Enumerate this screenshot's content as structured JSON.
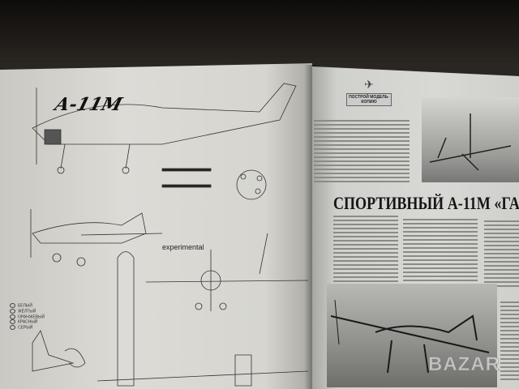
{
  "left_page": {
    "title": "А-11М",
    "stamp_label": "experimental",
    "color_legend": [
      "БЕЛЫЙ",
      "ЖЁЛТЫЙ",
      "ОРАНЖЕВЫЙ",
      "КРАСНЫЙ",
      "СЕРЫЙ"
    ]
  },
  "right_page": {
    "badge_label": "ПОСТРОЙ МОДЕЛЬ-КОПИЮ",
    "headline": "СПОРТИВНЫЙ А-11М «ГА"
  },
  "watermark": "BAZAR"
}
